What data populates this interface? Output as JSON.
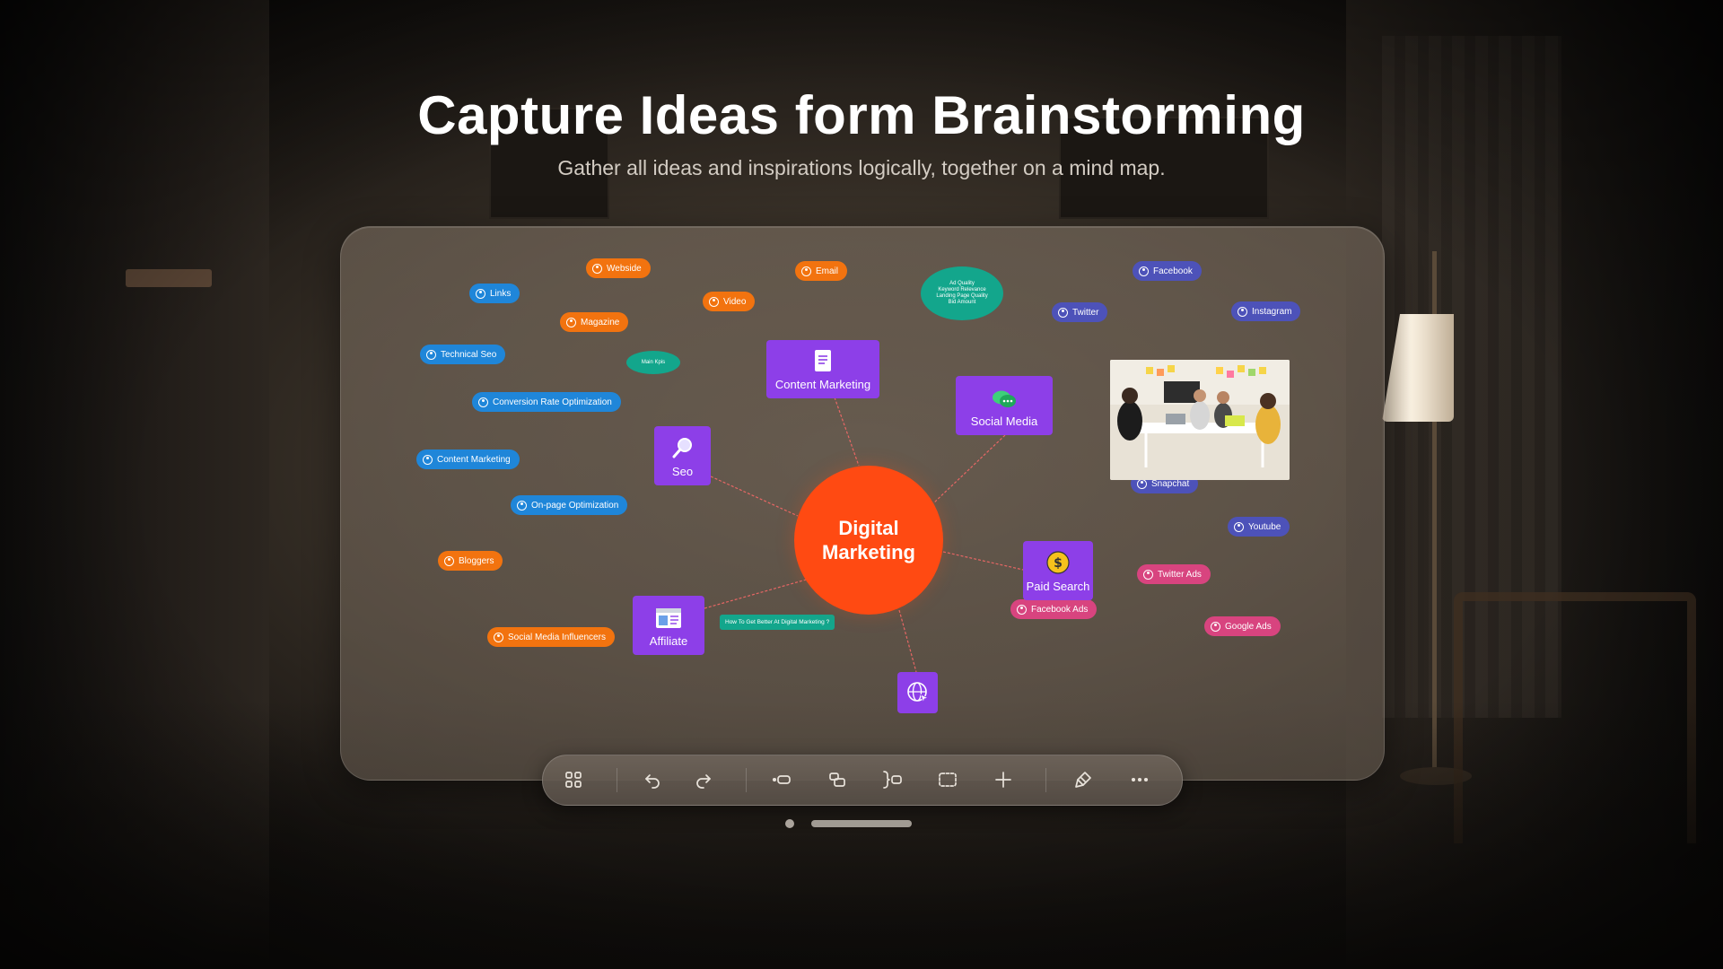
{
  "header": {
    "title": "Capture Ideas form Brainstorming",
    "subtitle": "Gather all ideas and inspirations logically, together on a mind map."
  },
  "mindmap": {
    "center": {
      "line1": "Digital",
      "line2": "Marketing",
      "color": "#ff4a12"
    },
    "cards": {
      "content_marketing": "Content Marketing",
      "social_media": "Social Media",
      "seo": "Seo",
      "paid_search": "Paid Search",
      "affiliate": "Affiliate"
    },
    "card_color": "#8d3fe8",
    "nodes": {
      "website": "Webside",
      "email": "Email",
      "links": "Links",
      "video": "Video",
      "magazine": "Magazine",
      "technical_seo": "Technical Seo",
      "conversion_rate": "Conversion Rate Optimization",
      "content_marketing_small": "Content Marketing",
      "on_page": "On-page Optimization",
      "bloggers": "Bloggers",
      "social_media_influencers": "Social Media Influencers",
      "facebook": "Facebook",
      "twitter": "Twitter",
      "instagram": "Instagram",
      "snapchat": "Snapchat",
      "youtube": "Youtube",
      "twitter_ads": "Twitter Ads",
      "facebook_ads": "Facebook Ads",
      "google_ads": "Google Ads"
    },
    "bubbles": {
      "ad_quality": [
        "Ad Quality",
        "Keyword Relevance",
        "Landing Page Quality",
        "Bid Amount"
      ],
      "main_kpis": "Main Kpis",
      "how_to": "How To Get Better At Digital Marketing ?"
    },
    "colors": {
      "blue": "#1f86d9",
      "orange": "#f2730f",
      "indigo": "#4d52b9",
      "pink": "#d8447f",
      "teal": "#13a68c"
    },
    "icons": {
      "content_marketing": "document-icon",
      "social_media": "chat-bubbles-icon",
      "seo": "magnifier-icon",
      "paid_search": "dollar-coin-icon",
      "affiliate": "browser-window-icon",
      "web_node": "globe-cursor-icon",
      "small_node": "person-circle-icon"
    },
    "photo": "team-meeting-photo"
  },
  "toolbar": {
    "buttons": [
      {
        "name": "layout-button",
        "icon": "grid-icon"
      },
      {
        "name": "undo-button",
        "icon": "undo-icon"
      },
      {
        "name": "redo-button",
        "icon": "redo-icon"
      },
      {
        "name": "add-sibling-button",
        "icon": "sibling-topic-icon"
      },
      {
        "name": "add-subtopic-button",
        "icon": "subtopic-icon"
      },
      {
        "name": "add-summary-button",
        "icon": "summary-bracket-icon"
      },
      {
        "name": "add-boundary-button",
        "icon": "boundary-icon"
      },
      {
        "name": "insert-button",
        "icon": "plus-icon"
      },
      {
        "name": "format-button",
        "icon": "brush-icon"
      },
      {
        "name": "more-button",
        "icon": "more-icon"
      }
    ]
  }
}
